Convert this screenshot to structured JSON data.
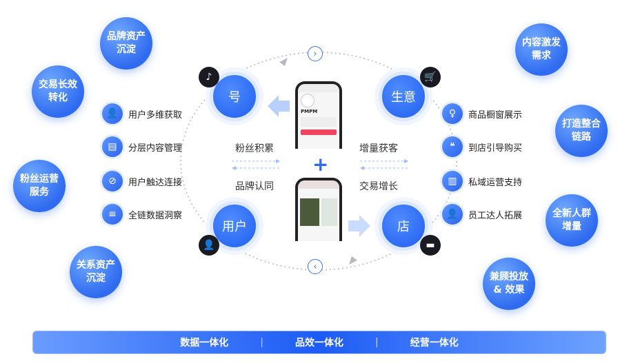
{
  "left_bubbles": [
    "品牌资产沉淀",
    "交易长效转化",
    "粉丝运营服务",
    "关系资产沉淀"
  ],
  "right_bubbles": [
    "内容激发需求",
    "打造整合链路",
    "全新人群增量",
    "兼顾投放& 效果"
  ],
  "nodes": {
    "top_left": "号",
    "top_right": "生意",
    "bottom_left": "用户",
    "bottom_right": "店"
  },
  "center_labels": {
    "tl": "粉丝积累",
    "bl": "品牌认同",
    "tr": "增量获客",
    "br": "交易增长",
    "plus": "+"
  },
  "left_items": [
    {
      "icon": "user-icon",
      "label": "用户多维获取"
    },
    {
      "icon": "document-icon",
      "label": "分层内容管理"
    },
    {
      "icon": "link-icon",
      "label": "用户触达连接"
    },
    {
      "icon": "database-icon",
      "label": "全链数据洞察"
    }
  ],
  "right_items": [
    {
      "icon": "dress-icon",
      "label": "商品橱窗展示"
    },
    {
      "icon": "quote-icon",
      "label": "到店引导购买"
    },
    {
      "icon": "map-icon",
      "label": "私域运营支持"
    },
    {
      "icon": "staff-icon",
      "label": "员工达人拓展"
    }
  ],
  "nav": {
    "next": "›",
    "prev": "‹"
  },
  "bottom_bar": [
    "数据一体化",
    "品效一体化",
    "经营一体化"
  ],
  "bottom_sep": "|",
  "phone_top": {
    "name": "PMPM"
  },
  "colors": {
    "primary": "#2f6bf0",
    "badge": "#1a1a22"
  }
}
